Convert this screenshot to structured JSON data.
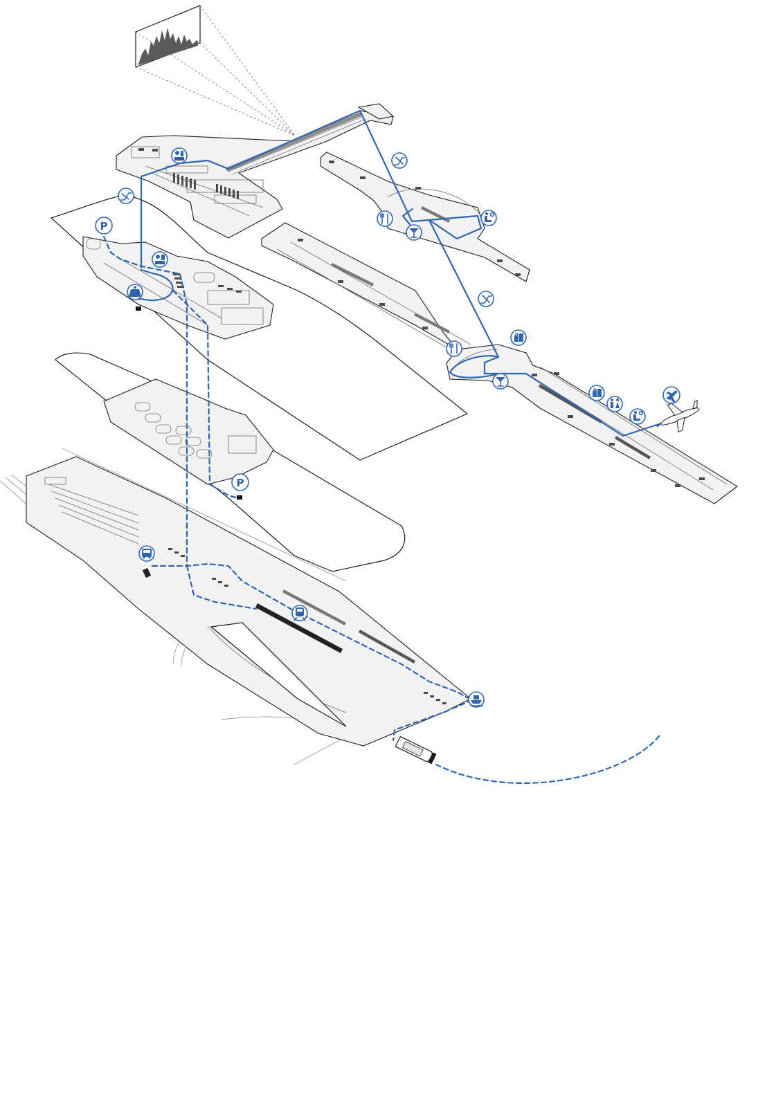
{
  "diagram": {
    "kind": "exploded axonometric airport circulation diagram",
    "colors": {
      "route": "#2f65b0",
      "slab_fill": "#f2f2f2",
      "outline": "#1a1a1a",
      "detail": "#6b6b6b"
    },
    "levels": [
      "skyline-viewpoint",
      "upper-concourse",
      "departures-hall",
      "airside-pier",
      "parking-level",
      "ground-transport-interchange"
    ],
    "route_styles": [
      "solid",
      "dashed"
    ],
    "icons": [
      "escalator-icon",
      "passport-control-icon",
      "parking-icon",
      "taxi-icon",
      "check-in-icon",
      "restaurant-icon",
      "bar-icon",
      "lounge-icon",
      "shop-icon",
      "restroom-icon",
      "departure-airplane-icon",
      "bus-icon",
      "train-icon",
      "ferry-icon"
    ],
    "parking_icon_letter": "P",
    "parking_icon_letter_2": "P"
  }
}
